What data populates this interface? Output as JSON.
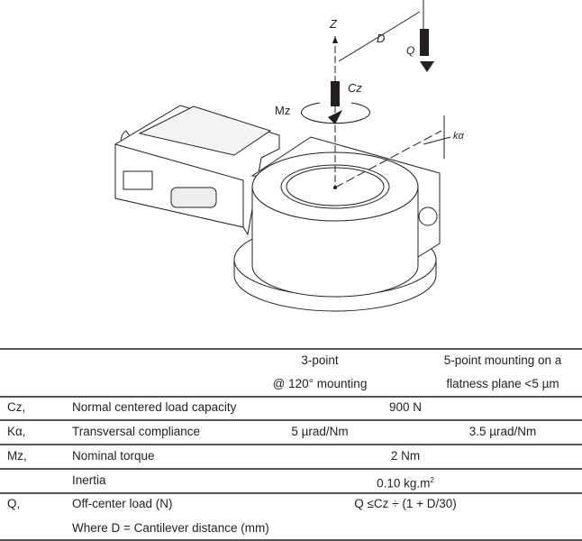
{
  "figure": {
    "labels": {
      "z": "Z",
      "d": "D",
      "q": "Q",
      "cz": "Cz",
      "mz": "Mz",
      "kalpha": "kα"
    }
  },
  "table": {
    "header": {
      "col3_line1": "3-point",
      "col3_line2": "@ 120° mounting",
      "col4_line1": "5-point mounting on a",
      "col4_line2": "flatness plane <5 µm"
    },
    "rows": [
      {
        "symbol": "Cz,",
        "label": "Normal centered load capacity",
        "value": "900 N"
      },
      {
        "symbol": "Kα,",
        "label": "Transversal compliance",
        "value_3pt": "5 µrad/Nm",
        "value_5pt": "3.5 µrad/Nm"
      },
      {
        "symbol": "Mz,",
        "label": "Nominal torque",
        "value": "2 Nm"
      },
      {
        "symbol": "",
        "label": "Inertia",
        "value": "0.10 kg.m",
        "value_sup": "2"
      },
      {
        "symbol": "Q,",
        "label": "Off-center load (N)",
        "value": "Q ≤Cz ÷ (1 + D/30)",
        "note": "Where D = Cantilever distance (mm)"
      }
    ]
  }
}
